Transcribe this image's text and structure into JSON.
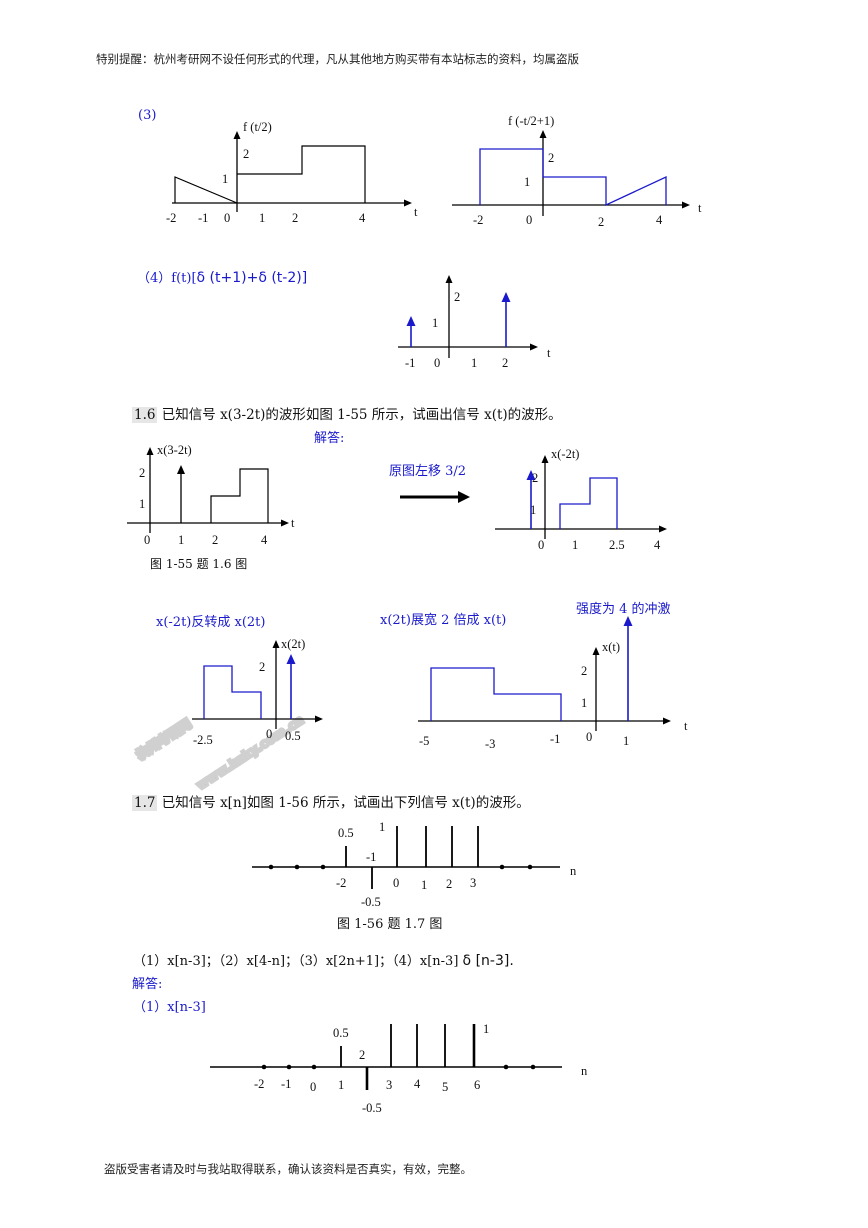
{
  "header": "特别提醒：杭州考研网不设任何形式的代理，凡从其他地方购买带有本站标志的资料，均属盗版",
  "footer": "盗版受害者请及时与我站取得联系，确认该资料是否真实，有效，完整。",
  "watermark": {
    "left": "杭州考研网",
    "right": "www.hzky.com.cn"
  },
  "part3": {
    "label": "(3)",
    "fig_a": {
      "title": "f (t/2)",
      "ticks_x": [
        "-2",
        "-1",
        "0",
        "1",
        "2",
        "4"
      ],
      "ticks_y": [
        "1",
        "2"
      ],
      "axis": "t"
    },
    "fig_b": {
      "title": "f (-t/2+1)",
      "ticks_x": [
        "-2",
        "0",
        "2",
        "4"
      ],
      "ticks_y": [
        "1",
        "2"
      ],
      "axis": "t"
    }
  },
  "part4": {
    "label_a": "（4）f(t)[",
    "label_b": "δ (t+1)+δ (t-2)]",
    "ticks_x": [
      "-1",
      "0",
      "1",
      "2"
    ],
    "ticks_y": [
      "1",
      "2"
    ],
    "axis": "t"
  },
  "p16": {
    "num": "1.6",
    "text": "已知信号 x(3-2t)的波形如图 1-55 所示，试画出信号 x(t)的波形。",
    "answer": "解答:",
    "fig1": {
      "title": "x(3-2t)",
      "ticks_x": [
        "0",
        "1",
        "2",
        "4"
      ],
      "ticks_y": [
        "1",
        "2"
      ],
      "axis": "t",
      "caption": "图 1-55  题 1.6 图"
    },
    "arrow_text": "原图左移 3/2",
    "fig2": {
      "title": "x(-2t)",
      "ticks_x": [
        "0",
        "1",
        "2.5",
        "4"
      ],
      "ticks_y": [
        "1",
        "2"
      ]
    },
    "step2": "x(-2t)反转成 x(2t)",
    "fig3": {
      "title": "x(2t)",
      "ticks_x": [
        "-2.5",
        "0",
        "0.5"
      ],
      "ticks_y": [
        "2"
      ]
    },
    "step3": "x(2t)展宽 2 倍成 x(t)",
    "step4": "强度为 4 的冲激",
    "fig4": {
      "title": "x(t)",
      "ticks_x": [
        "-5",
        "-3",
        "-1",
        "0",
        "1"
      ],
      "ticks_y": [
        "1",
        "2"
      ],
      "axis": "t"
    }
  },
  "p17": {
    "num": "1.7",
    "text": "已知信号 x[n]如图 1-56 所示，试画出下列信号 x(t)的波形。",
    "fig": {
      "ticks_x": [
        "-2",
        "0",
        "1",
        "2",
        "3"
      ],
      "vals": [
        "0.5",
        "1",
        "-1",
        "-0.5"
      ],
      "axis": "n",
      "caption": "图 1-56  题 1.7 图"
    },
    "items_a": "（1）x[n-3]；（2）x[4-n]；（3）x[2n+1]；（4）x[n-3]",
    "items_b": "δ [n-3].",
    "answer": "解答:",
    "sub1": "（1）x[n-3]",
    "fig_ans": {
      "ticks_x": [
        "-2",
        "-1",
        "0",
        "1",
        "3",
        "4",
        "5",
        "6"
      ],
      "vals": [
        "0.5",
        "2",
        "1",
        "-0.5"
      ],
      "axis": "n"
    }
  }
}
